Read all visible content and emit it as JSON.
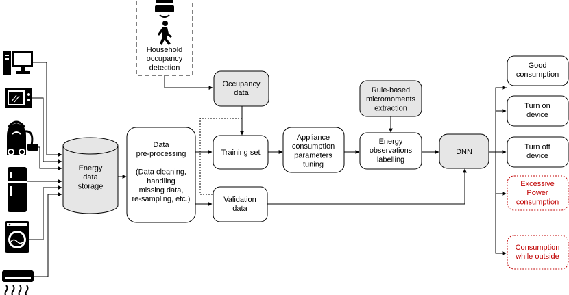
{
  "nodes": {
    "occupancy_detection": [
      "Household",
      "occupancy",
      "detection"
    ],
    "occupancy_data": [
      "Occupancy",
      "data"
    ],
    "energy_storage": [
      "Energy",
      "data",
      "storage"
    ],
    "preprocessing": [
      "Data",
      "pre-processing",
      "",
      "(Data cleaning,",
      "handling",
      "missing data,",
      "re-sampling, etc.)"
    ],
    "training_set": [
      "Training set"
    ],
    "validation_data": [
      "Validation",
      "data"
    ],
    "param_tuning": [
      "Appliance",
      "consumption",
      "parameters",
      "tuning"
    ],
    "micromoments": [
      "Rule-based",
      "micromoments",
      "extraction"
    ],
    "labelling": [
      "Energy",
      "observations",
      "labelling"
    ],
    "dnn": [
      "DNN"
    ],
    "out_good": [
      "Good",
      "consumption"
    ],
    "out_turn_on": [
      "Turn on",
      "device"
    ],
    "out_turn_off": [
      "Turn off",
      "device"
    ],
    "out_excessive": [
      "Excessive",
      "Power",
      "consumption"
    ],
    "out_outside": [
      "Consumption",
      "while outside"
    ]
  },
  "colors": {
    "gray_fill": "#e6e6e6",
    "alert_text": "#c00000",
    "stroke": "#000000"
  },
  "icons": [
    "desktop-computer-icon",
    "microwave-icon",
    "vacuum-cleaner-icon",
    "refrigerator-icon",
    "washing-machine-icon",
    "air-conditioner-icon",
    "occupancy-sensor-icon",
    "walking-person-icon"
  ]
}
